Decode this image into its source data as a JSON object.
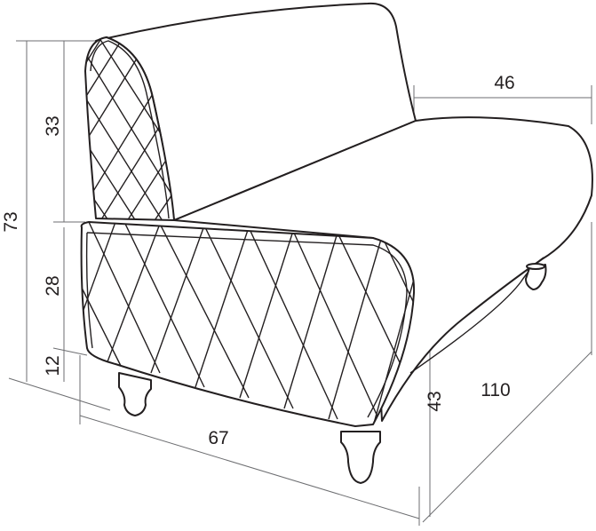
{
  "dimensions": {
    "total_height": "73",
    "back_height": "33",
    "arm_height": "28",
    "leg_height": "12",
    "seat_height": "43",
    "seat_depth": "46",
    "width": "67",
    "length": "110"
  },
  "colors": {
    "line": "#231f20",
    "dimension_line": "#6d6e71",
    "background": "#ffffff"
  }
}
